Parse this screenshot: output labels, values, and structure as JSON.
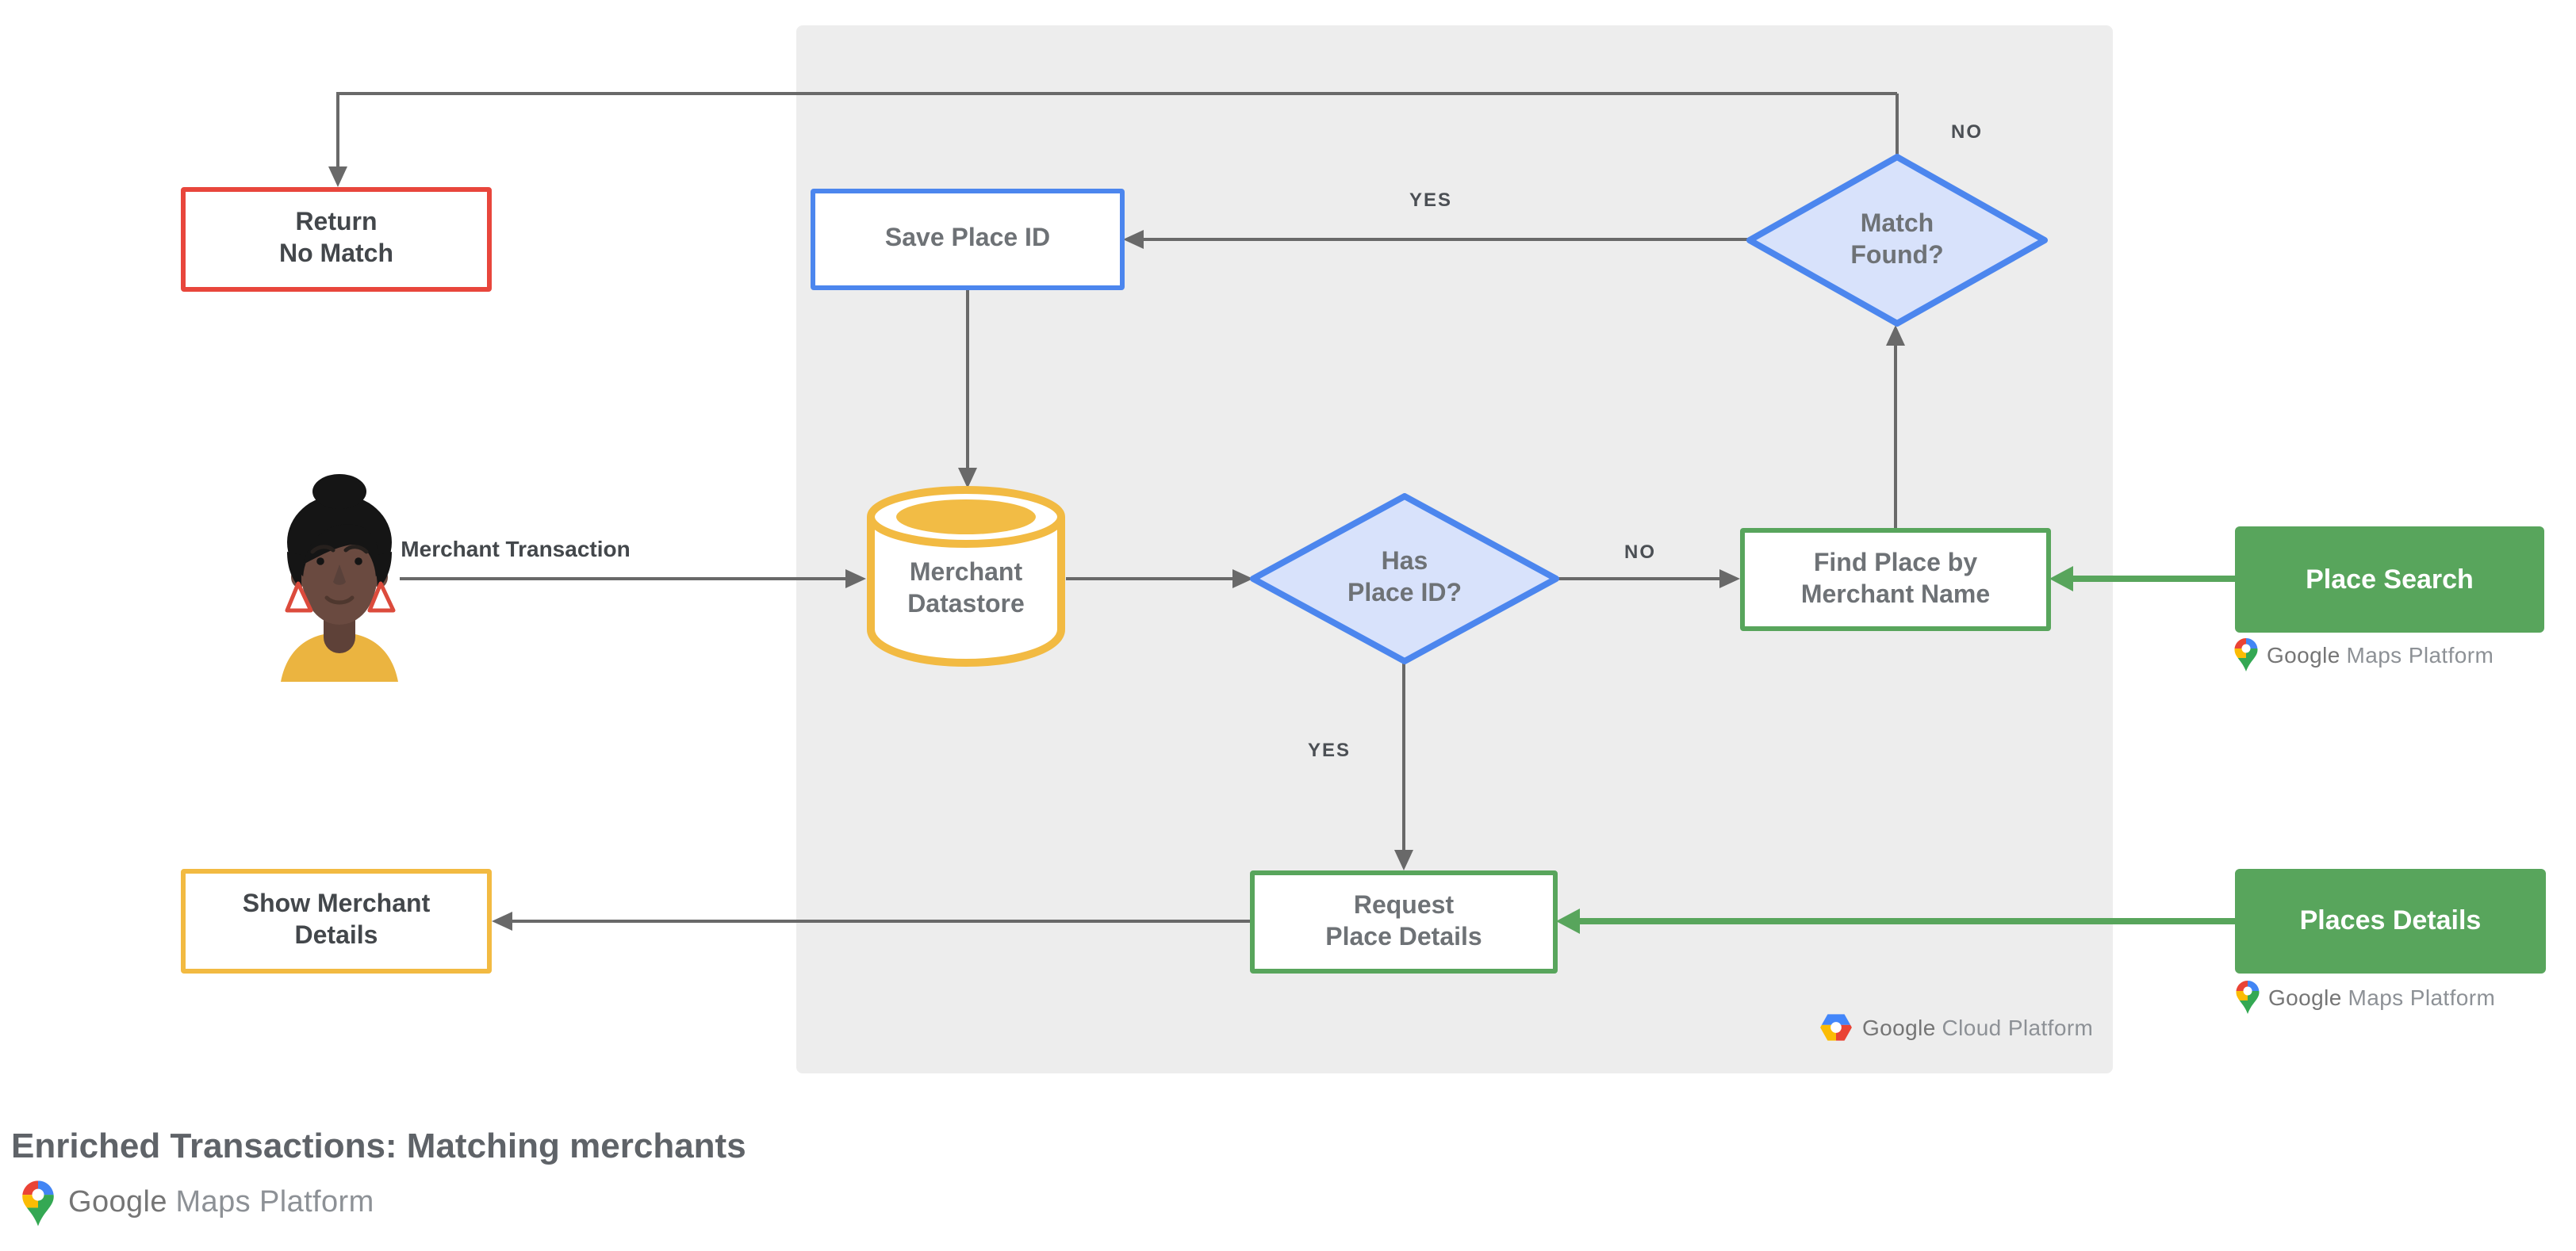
{
  "title": "Enriched Transactions: Matching merchants",
  "nodes": {
    "return_no_match": {
      "label": "Return\nNo Match"
    },
    "save_place_id": {
      "label": "Save Place ID"
    },
    "match_found": {
      "label": "Match\nFound?"
    },
    "merchant_datastore": {
      "label": "Merchant\nDatastore"
    },
    "has_place_id": {
      "label": "Has\nPlace ID?"
    },
    "find_place": {
      "label": "Find Place by\nMerchant Name"
    },
    "request_place_details": {
      "label": "Request\nPlace Details"
    },
    "show_merchant_details": {
      "label": "Show Merchant\nDetails"
    },
    "place_search": {
      "label": "Place Search"
    },
    "places_details": {
      "label": "Places Details"
    }
  },
  "edges": {
    "merchant_transaction": "Merchant Transaction",
    "yes": "YES",
    "no": "NO"
  },
  "logos": {
    "gmp": {
      "google": "Google",
      "product": "Maps Platform"
    },
    "gcp": {
      "google": "Google",
      "product": "Cloud Platform"
    }
  },
  "colors": {
    "red": "#E8463C",
    "blue": "#4C86EE",
    "blue_fill": "#D8E2FB",
    "green": "#58A55C",
    "yellow": "#F2BA42",
    "panel_gray": "#EDEDED",
    "arrow_gray": "#696969",
    "text_dark": "#43474B",
    "text_gray": "#6E7276",
    "title_gray": "#5F6368"
  }
}
